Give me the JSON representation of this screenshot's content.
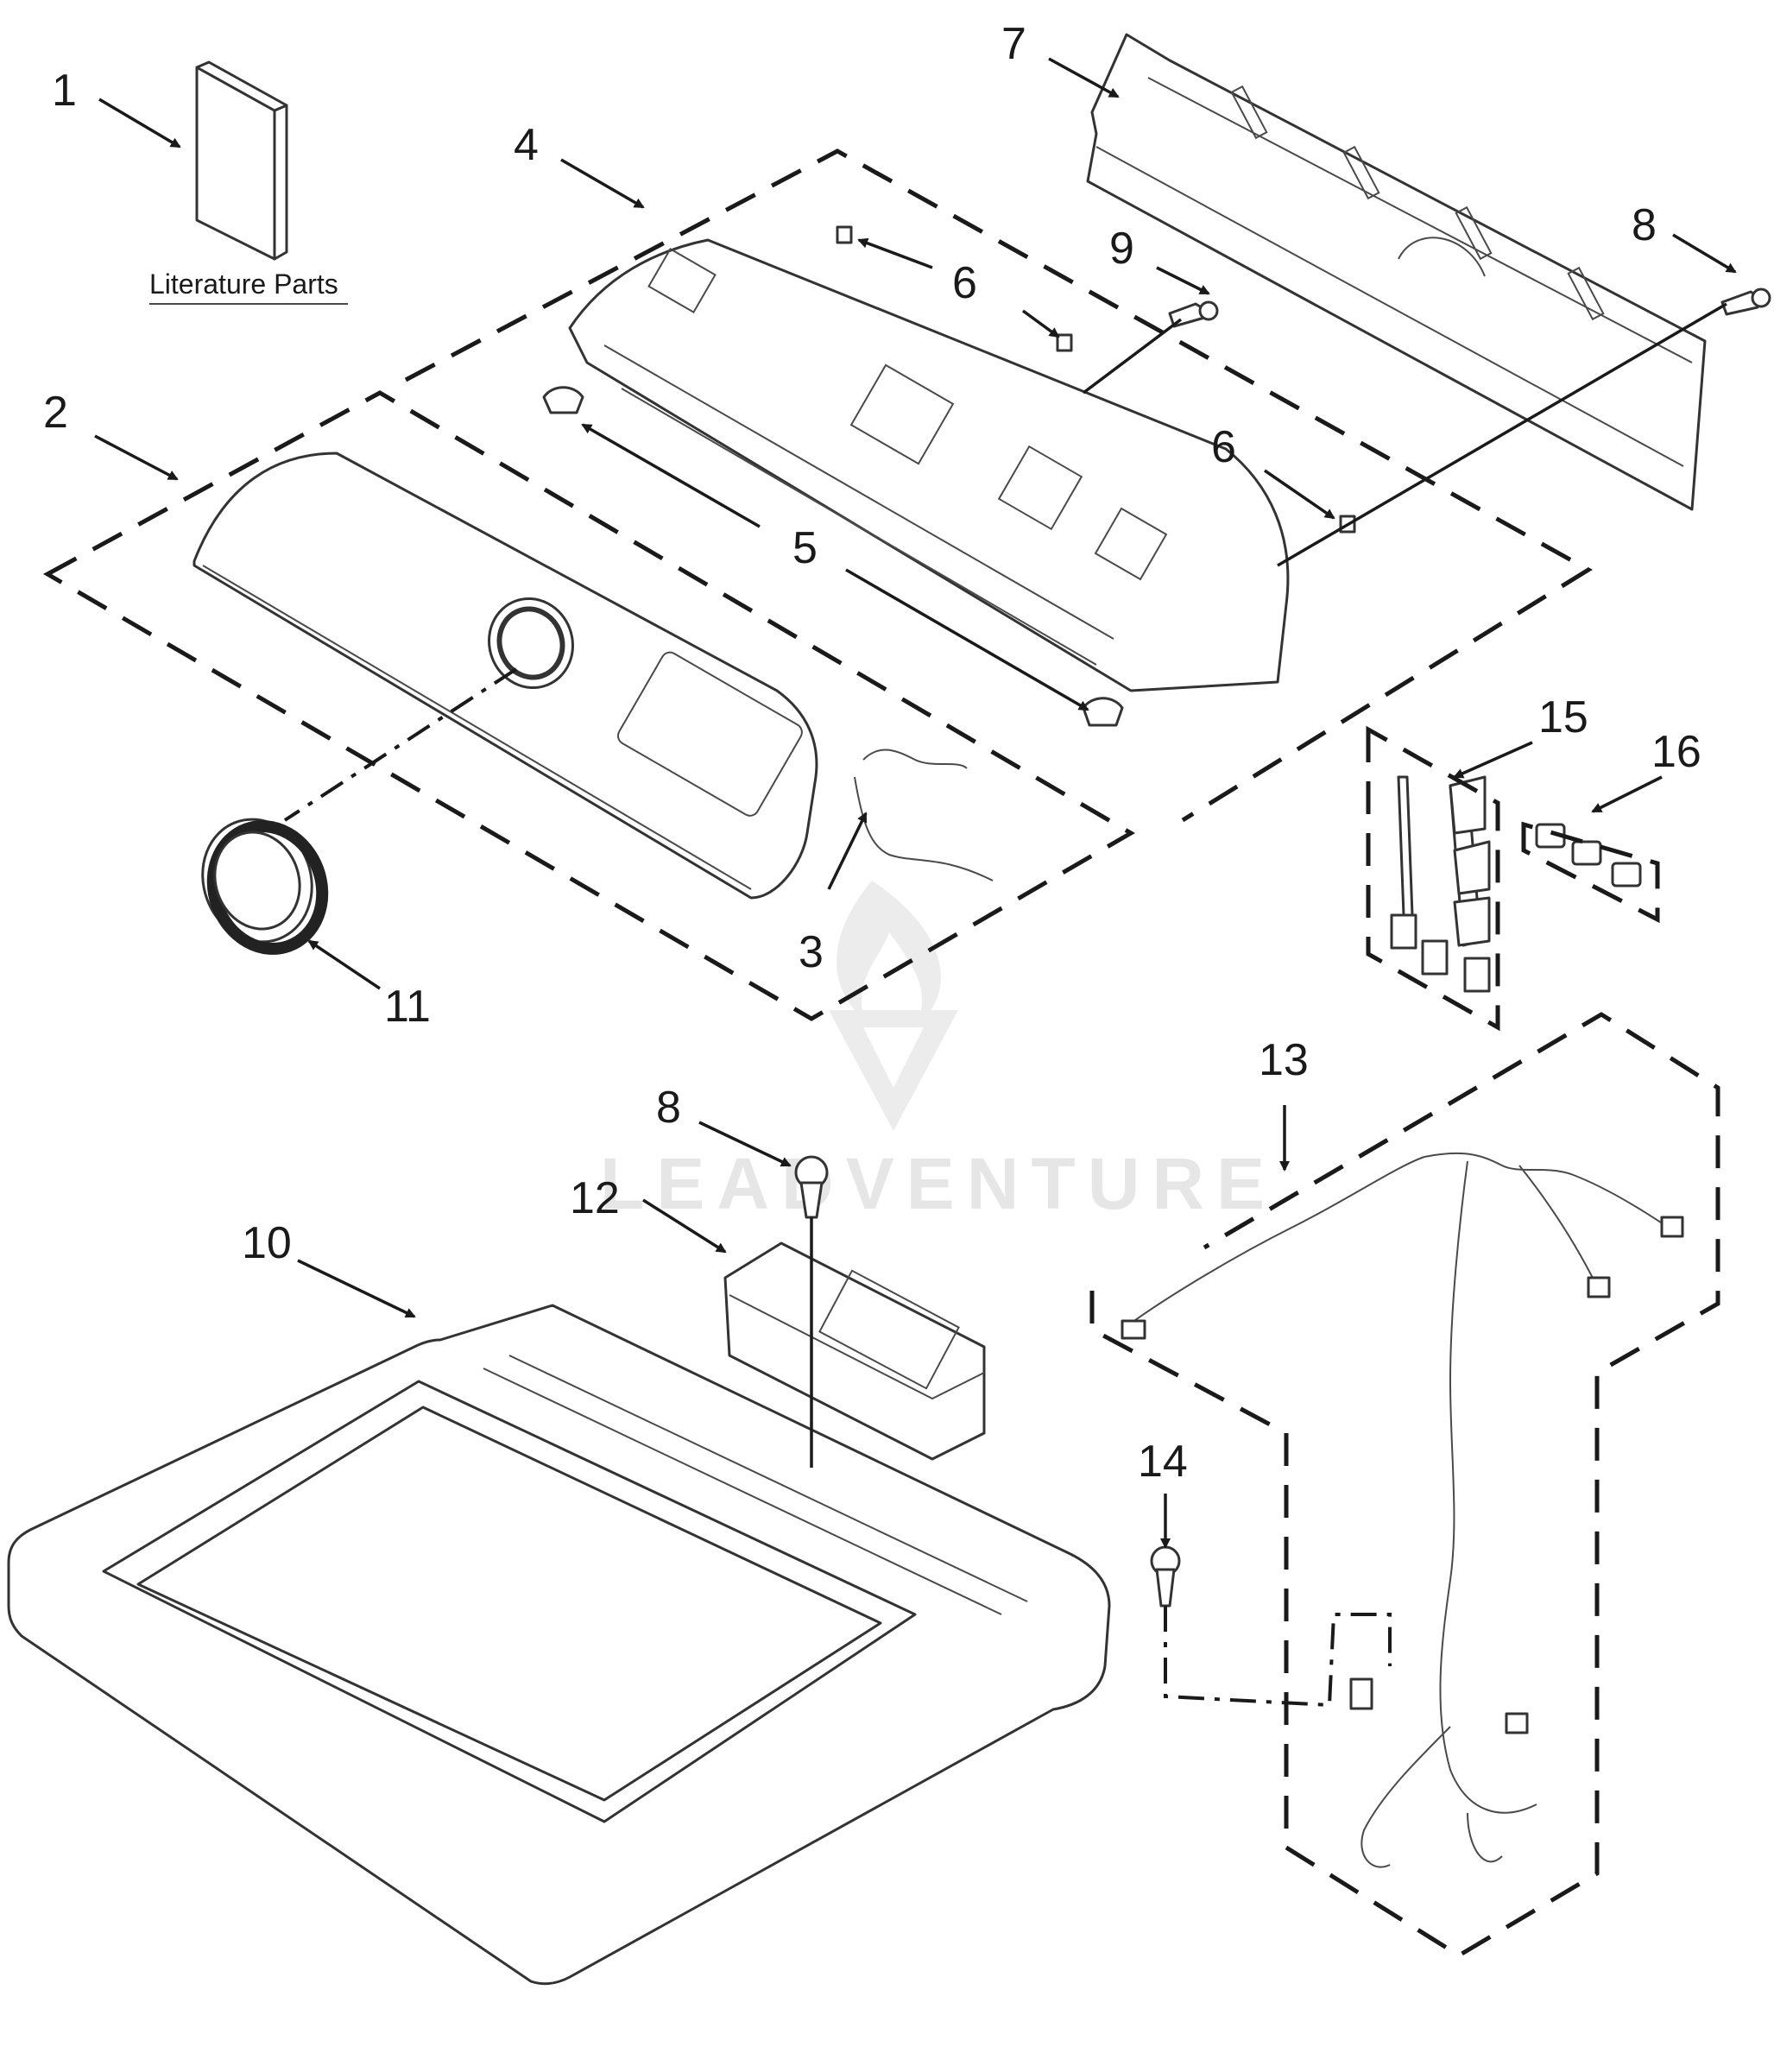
{
  "literature_label": "Literature Parts",
  "watermark_text": "LEADVENTURE",
  "callouts": {
    "c1": "1",
    "c2": "2",
    "c3": "3",
    "c4": "4",
    "c5": "5",
    "c6a": "6",
    "c6b": "6",
    "c7": "7",
    "c8a": "8",
    "c8b": "8",
    "c9": "9",
    "c10": "10",
    "c11": "11",
    "c12": "12",
    "c13": "13",
    "c14": "14",
    "c15": "15",
    "c16": "16"
  }
}
